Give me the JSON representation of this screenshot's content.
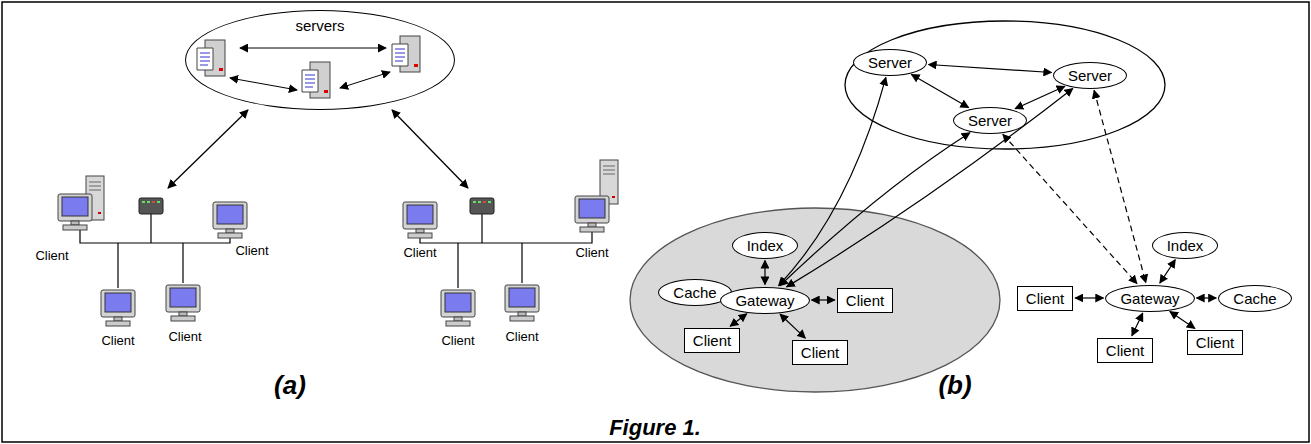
{
  "diagram": {
    "caption": "Figure 1.",
    "nodes": [
      {
        "text": [
          "servers"
        ]
      },
      {
        "text": [
          "Server"
        ]
      },
      {
        "text": [
          "Server"
        ]
      },
      {
        "text": [
          "Server"
        ]
      },
      {
        "text": [
          "Index"
        ]
      },
      {
        "text": [
          "Cache"
        ]
      },
      {
        "text": [
          "Gateway"
        ]
      },
      {
        "text": [
          "Client"
        ]
      },
      {
        "text": [
          "Client"
        ]
      },
      {
        "text": [
          "Client"
        ]
      },
      {
        "text": [
          "Index"
        ]
      },
      {
        "text": [
          "Client"
        ]
      },
      {
        "text": [
          "Gateway"
        ]
      },
      {
        "text": [
          "Cache"
        ]
      },
      {
        "text": [
          "Client"
        ]
      },
      {
        "text": [
          "Client"
        ]
      }
    ],
    "edges": [
      {
        "from": 1,
        "to": 2,
        "arrow": "both"
      },
      {
        "from": 1,
        "to": 3,
        "arrow": "both"
      },
      {
        "from": 2,
        "to": 3,
        "arrow": "both"
      },
      {
        "from": 1,
        "to": 6,
        "arrow": "both"
      },
      {
        "from": 2,
        "to": 6,
        "arrow": "both"
      },
      {
        "from": 3,
        "to": 6,
        "arrow": "both"
      },
      {
        "from": 2,
        "to": 12,
        "arrow": "both"
      },
      {
        "from": 3,
        "to": 12,
        "arrow": "both"
      },
      {
        "from": 4,
        "to": 6,
        "arrow": "both"
      },
      {
        "from": 5,
        "to": 6,
        "arrow": "to"
      },
      {
        "from": 6,
        "to": 7,
        "arrow": "both"
      },
      {
        "from": 8,
        "to": 6,
        "arrow": "both"
      },
      {
        "from": 6,
        "to": 9,
        "arrow": "both"
      },
      {
        "from": 12,
        "to": 10,
        "arrow": "both"
      },
      {
        "from": 11,
        "to": 12,
        "arrow": "both"
      },
      {
        "from": 12,
        "to": 13,
        "arrow": "both"
      },
      {
        "from": 12,
        "to": 14,
        "arrow": "both"
      },
      {
        "from": 12,
        "to": 15,
        "arrow": "both"
      }
    ],
    "labels": [
      "Client",
      "Client",
      "Client",
      "Client",
      "Client",
      "Client",
      "Client",
      "Client",
      "(a)",
      "(b)"
    ]
  }
}
